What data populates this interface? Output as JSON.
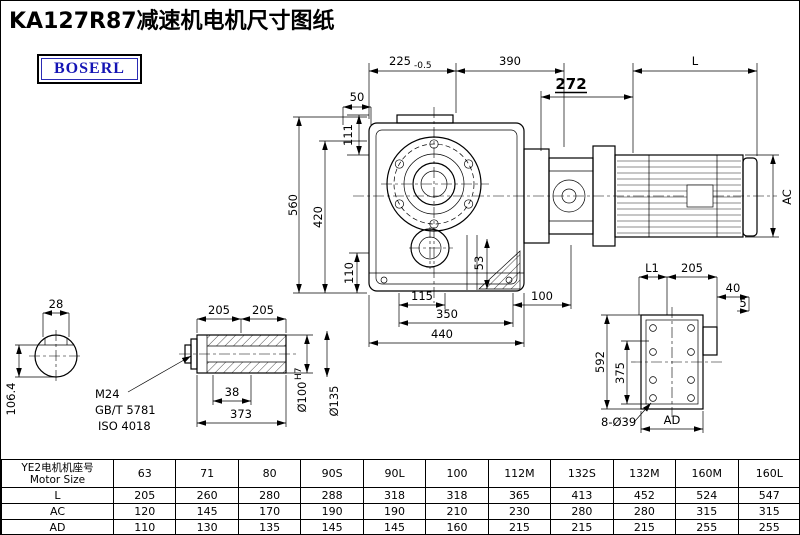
{
  "page": {
    "title": "KA127R87减速机电机尺寸图纸",
    "logo": "BOSERL"
  },
  "dims": {
    "d225": "225",
    "d225_tol": "-0.5",
    "d390": "390",
    "d272": "272",
    "dL": "L",
    "d50": "50",
    "d111": "111",
    "d560": "560",
    "d420": "420",
    "d110": "110",
    "d53": "53",
    "d115": "115",
    "d100": "100",
    "d350": "350",
    "d440": "440",
    "dAC": "AC",
    "d28": "28",
    "d106_4": "106.4",
    "d205_left": "205",
    "d205_right": "205",
    "m24": "M24",
    "gb_std": "GB/T 5781",
    "iso_std": "ISO 4018",
    "d38": "38",
    "d373": "373",
    "d100h7_base": "Ø100",
    "d100h7_sup": "H7",
    "d135": "Ø135",
    "dL1": "L1",
    "d205_rear": "205",
    "d40": "40",
    "d5": "5",
    "d592": "592",
    "d375": "375",
    "d8d39": "8-Ø39",
    "dAD": "AD"
  },
  "table": {
    "motor_size_label_cn": "YE2电机机座号",
    "motor_size_label_en": "Motor Size",
    "sizes": [
      "63",
      "71",
      "80",
      "90S",
      "90L",
      "100",
      "112M",
      "132S",
      "132M",
      "160M",
      "160L"
    ],
    "rows": [
      {
        "label": "L",
        "values": [
          "205",
          "260",
          "280",
          "288",
          "318",
          "318",
          "365",
          "413",
          "452",
          "524",
          "547"
        ]
      },
      {
        "label": "AC",
        "values": [
          "120",
          "145",
          "170",
          "190",
          "190",
          "210",
          "230",
          "280",
          "280",
          "315",
          "315"
        ]
      },
      {
        "label": "AD",
        "values": [
          "110",
          "130",
          "135",
          "145",
          "145",
          "160",
          "215",
          "215",
          "215",
          "255",
          "255"
        ]
      }
    ]
  }
}
